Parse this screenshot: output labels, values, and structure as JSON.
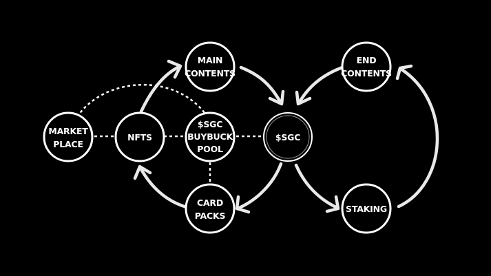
{
  "colors": {
    "background": "#000000",
    "foreground": "#e9e9e9"
  },
  "nodes": {
    "market_place": [
      "MARKET",
      "PLACE"
    ],
    "nfts": [
      "NFTS"
    ],
    "main_contents": [
      "MAIN",
      "CONTENTS"
    ],
    "buyback_pool": [
      "$SGC",
      "BUYBUCK",
      "POOL"
    ],
    "card_packs": [
      "CARD",
      "PACKS"
    ],
    "sgc": [
      "$SGC"
    ],
    "end_contents": [
      "END",
      "CONTENTS"
    ],
    "staking": [
      "STAKING"
    ]
  }
}
